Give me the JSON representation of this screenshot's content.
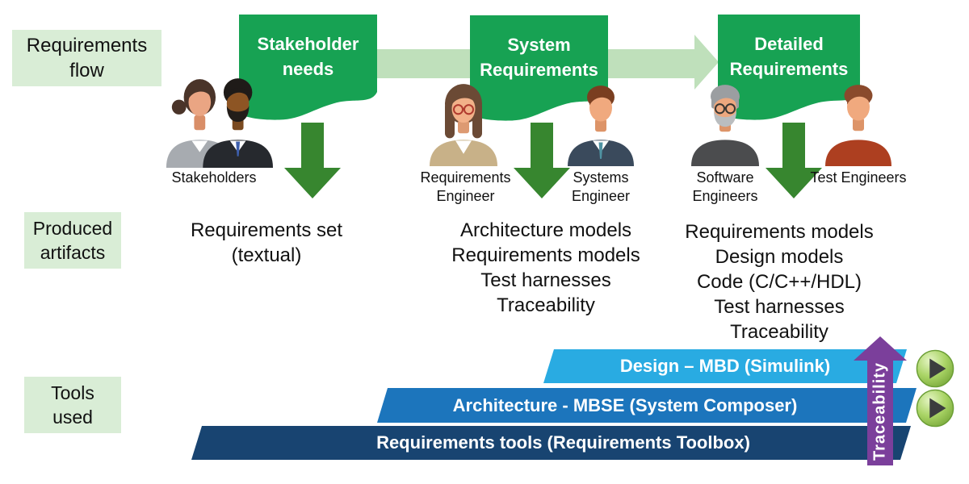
{
  "header": {
    "flow_label": "Requirements flow"
  },
  "stages": [
    {
      "title": "Stakeholder needs"
    },
    {
      "title": "System Requirements"
    },
    {
      "title": "Detailed Requirements"
    }
  ],
  "people": [
    {
      "label": "Stakeholders"
    },
    {
      "label": "Requirements Engineer"
    },
    {
      "label": "Systems Engineer"
    },
    {
      "label": "Software Engineers"
    },
    {
      "label": "Test Engineers"
    }
  ],
  "artifacts": {
    "label": "Produced artifacts",
    "columns": [
      {
        "lines": [
          "Requirements set",
          "(textual)"
        ]
      },
      {
        "lines": [
          "Architecture models",
          "Requirements models",
          "Test harnesses",
          "Traceability"
        ]
      },
      {
        "lines": [
          "Requirements models",
          "Design models",
          "Code (C/C++/HDL)",
          "Test harnesses",
          "Traceability"
        ]
      }
    ]
  },
  "tools": {
    "label": "Tools used",
    "bars": [
      {
        "label": "Design – MBD (Simulink)",
        "color": "#29abe2"
      },
      {
        "label": "Architecture - MBSE (System Composer)",
        "color": "#1c75bc"
      },
      {
        "label": "Requirements tools (Requirements Toolbox)",
        "color": "#184471"
      }
    ],
    "traceability": {
      "label": "Traceability",
      "color": "#7b3f9b"
    }
  },
  "icons": {
    "play": "▶",
    "down_arrow": "↓",
    "flow_arrow": "→",
    "traceability_arrow": "↑"
  },
  "colors": {
    "banner_green": "#17a253",
    "label_box_green": "#d9edd6",
    "flow_arrow_green": "#bfe0bb",
    "down_arrow_green": "#37862f",
    "bar_design": "#29abe2",
    "bar_architecture": "#1c75bc",
    "bar_requirements": "#184471",
    "traceability_purple": "#7b3f9b",
    "play_button_green": "#8cc63f"
  }
}
